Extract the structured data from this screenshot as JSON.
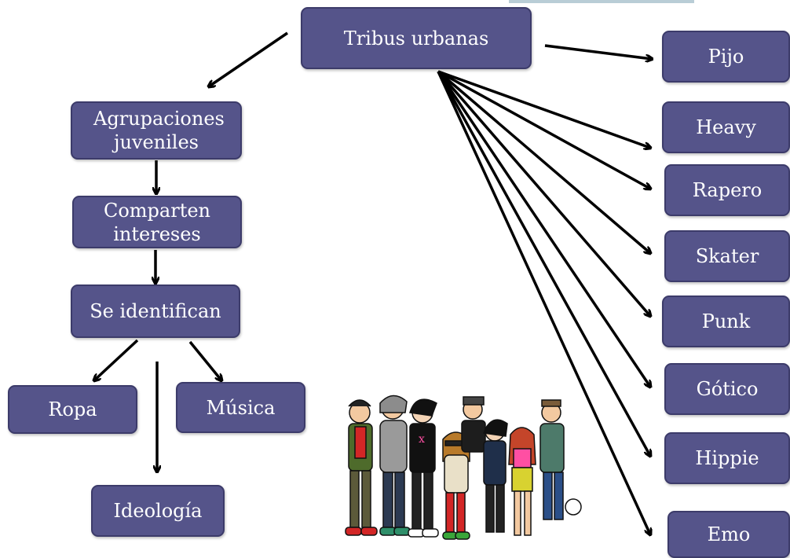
{
  "diagram": {
    "root": "Tribus urbanas",
    "left_chain": [
      "Agrupaciones juveniles",
      "Comparten intereses",
      "Se identifican"
    ],
    "identification_branches": [
      "Ropa",
      "Música",
      "Ideología"
    ],
    "tribes": [
      "Pijo",
      "Heavy",
      "Rapero",
      "Skater",
      "Punk",
      "Gótico",
      "Hippie",
      "Emo"
    ]
  },
  "colors": {
    "node_fill": "#55548a",
    "node_border": "#3c3b6a",
    "arrow": "#000000",
    "accent_bar": "#b9cdd6"
  },
  "illustration": "cartoon group of urban tribe teenagers"
}
